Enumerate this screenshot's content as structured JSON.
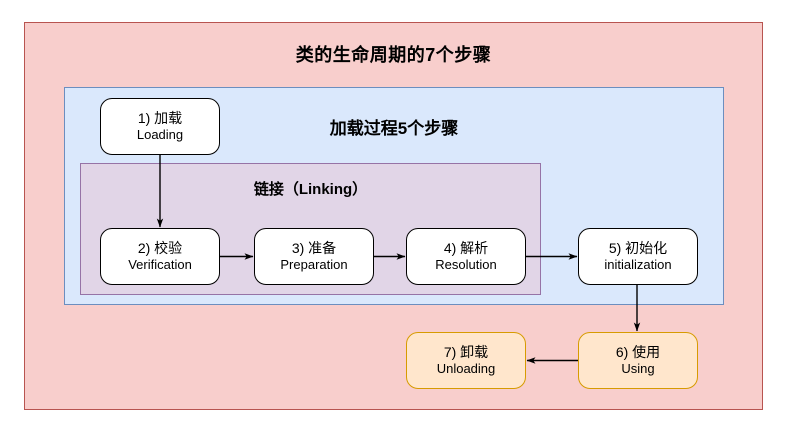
{
  "diagram": {
    "title": "类的生命周期的7个步骤",
    "panels": {
      "outer": {
        "label": "类的生命周期的7个步骤",
        "fill": "#f8cecc",
        "stroke": "#b85450"
      },
      "blue": {
        "label": "加载过程5个步骤",
        "fill": "#dae8fc",
        "stroke": "#6c8ebf"
      },
      "purple": {
        "label": "链接（Linking）",
        "fill": "#e1d5e7",
        "stroke": "#9673a6"
      }
    },
    "steps": [
      {
        "id": "step-1",
        "cn": "1) 加载",
        "en": "Loading",
        "style": "white",
        "fill": "#ffffff",
        "stroke": "#000000"
      },
      {
        "id": "step-2",
        "cn": "2) 校验",
        "en": "Verification",
        "style": "white",
        "fill": "#ffffff",
        "stroke": "#000000"
      },
      {
        "id": "step-3",
        "cn": "3) 准备",
        "en": "Preparation",
        "style": "white",
        "fill": "#ffffff",
        "stroke": "#000000"
      },
      {
        "id": "step-4",
        "cn": "4) 解析",
        "en": "Resolution",
        "style": "white",
        "fill": "#ffffff",
        "stroke": "#000000"
      },
      {
        "id": "step-5",
        "cn": "5) 初始化",
        "en": "initialization",
        "style": "white",
        "fill": "#ffffff",
        "stroke": "#000000"
      },
      {
        "id": "step-6",
        "cn": "6) 使用",
        "en": "Using",
        "style": "orange",
        "fill": "#ffe6cc",
        "stroke": "#d79b00"
      },
      {
        "id": "step-7",
        "cn": "7) 卸载",
        "en": "Unloading",
        "style": "orange",
        "fill": "#ffe6cc",
        "stroke": "#d79b00"
      }
    ],
    "connectors": [
      {
        "name": "arrow-loading-to-verification",
        "from": "step-1",
        "to": "step-2",
        "direction": "down"
      },
      {
        "name": "arrow-verification-to-preparation",
        "from": "step-2",
        "to": "step-3",
        "direction": "right"
      },
      {
        "name": "arrow-preparation-to-resolution",
        "from": "step-3",
        "to": "step-4",
        "direction": "right"
      },
      {
        "name": "arrow-resolution-to-initialization",
        "from": "step-4",
        "to": "step-5",
        "direction": "right"
      },
      {
        "name": "arrow-initialization-to-using",
        "from": "step-5",
        "to": "step-6",
        "direction": "down"
      },
      {
        "name": "arrow-using-to-unloading",
        "from": "step-6",
        "to": "step-7",
        "direction": "left"
      }
    ]
  }
}
